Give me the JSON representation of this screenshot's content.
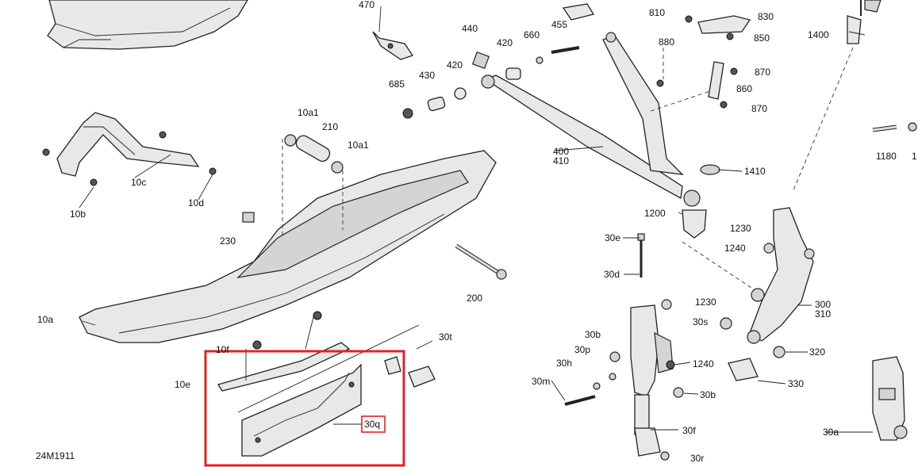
{
  "diagram_code": "24M1911",
  "highlight_color": "#e32229",
  "labels": {
    "p470": "470",
    "p810": "810",
    "p830": "830",
    "p850": "850",
    "p880": "880",
    "p1400": "1400",
    "p440": "440",
    "p420a": "420",
    "p420b": "420",
    "p660": "660",
    "p455": "455",
    "p430": "430",
    "p685": "685",
    "p870a": "870",
    "p860": "860",
    "p870b": "870",
    "p10a1a": "10a1",
    "p210": "210",
    "p10a1b": "10a1",
    "p10c": "10c",
    "p10d": "10d",
    "p10b": "10b",
    "p400": "400",
    "p410": "410",
    "p1410": "1410",
    "p1180": "1180",
    "p1180b": "1",
    "p1200": "1200",
    "p1230": "1230",
    "p1240": "1240",
    "p230": "230",
    "p30e": "30e",
    "p30d": "30d",
    "p1230b": "1230",
    "p200": "200",
    "p30s": "30s",
    "p300": "300",
    "p310": "310",
    "p10a": "10a",
    "p30t": "30t",
    "p10f": "10f",
    "p30b": "30b",
    "p320": "320",
    "p30p": "30p",
    "p30h": "30h",
    "p1240b": "1240",
    "p10e": "10e",
    "p30m": "30m",
    "p330": "330",
    "p30b2": "30b",
    "p30q": "30q",
    "p30f": "30f",
    "p30a": "30a",
    "p30r": "30r"
  }
}
